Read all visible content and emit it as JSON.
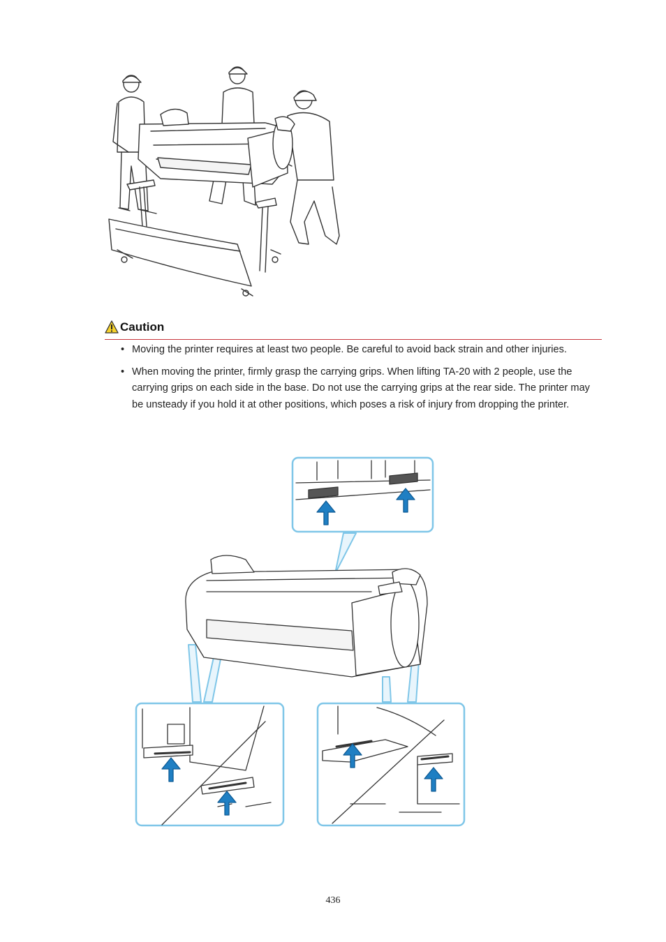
{
  "caution": {
    "title": "Caution",
    "bullet_char": "•",
    "items": [
      "Moving the printer requires at least two people. Be careful to avoid back strain and other injuries.",
      "When moving the printer, firmly grasp the carrying grips. When lifting TA-20 with 2 people, use the carrying grips on each side in the base. Do not use the carrying grips at the rear side. The printer may be unsteady if you hold it at other positions, which poses a risk of injury from dropping the printer."
    ]
  },
  "colors": {
    "rule": "#c8363c",
    "callout_border": "#7fc6e8",
    "arrow": "#1f7fc3",
    "warning_fill": "#f6d22c"
  },
  "page": {
    "number": "436"
  }
}
